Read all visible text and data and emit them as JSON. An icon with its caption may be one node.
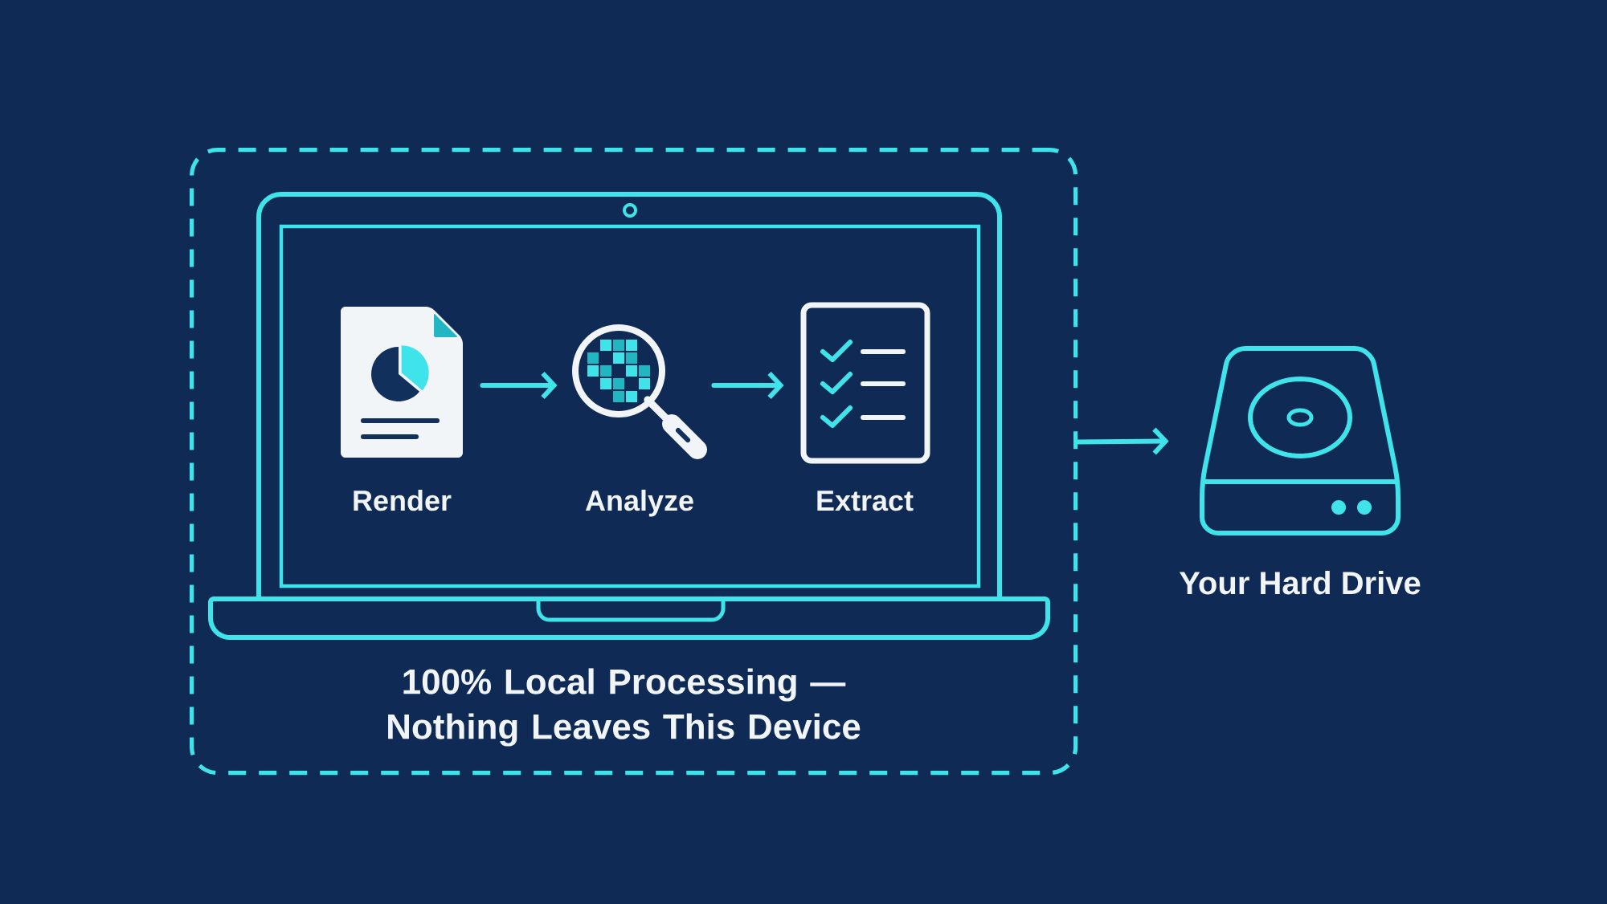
{
  "diagram": {
    "nodes": [
      {
        "text": [
          "100% Local Processing — Nothing Leaves This Device"
        ]
      },
      {
        "text": [],
        "shape": "picture",
        "in": 0
      },
      {
        "text": [
          "Render"
        ],
        "in": 1
      },
      {
        "text": [
          "Analyze"
        ],
        "in": 1
      },
      {
        "text": [
          "Extract"
        ],
        "in": 1
      },
      {
        "text": [
          "Your Hard Drive"
        ]
      }
    ],
    "edges": [
      {
        "from": 2,
        "to": 3,
        "arrow": "to"
      },
      {
        "from": 3,
        "to": 4,
        "arrow": "to"
      },
      {
        "from": 0,
        "to": 5,
        "arrow": "to"
      }
    ]
  }
}
